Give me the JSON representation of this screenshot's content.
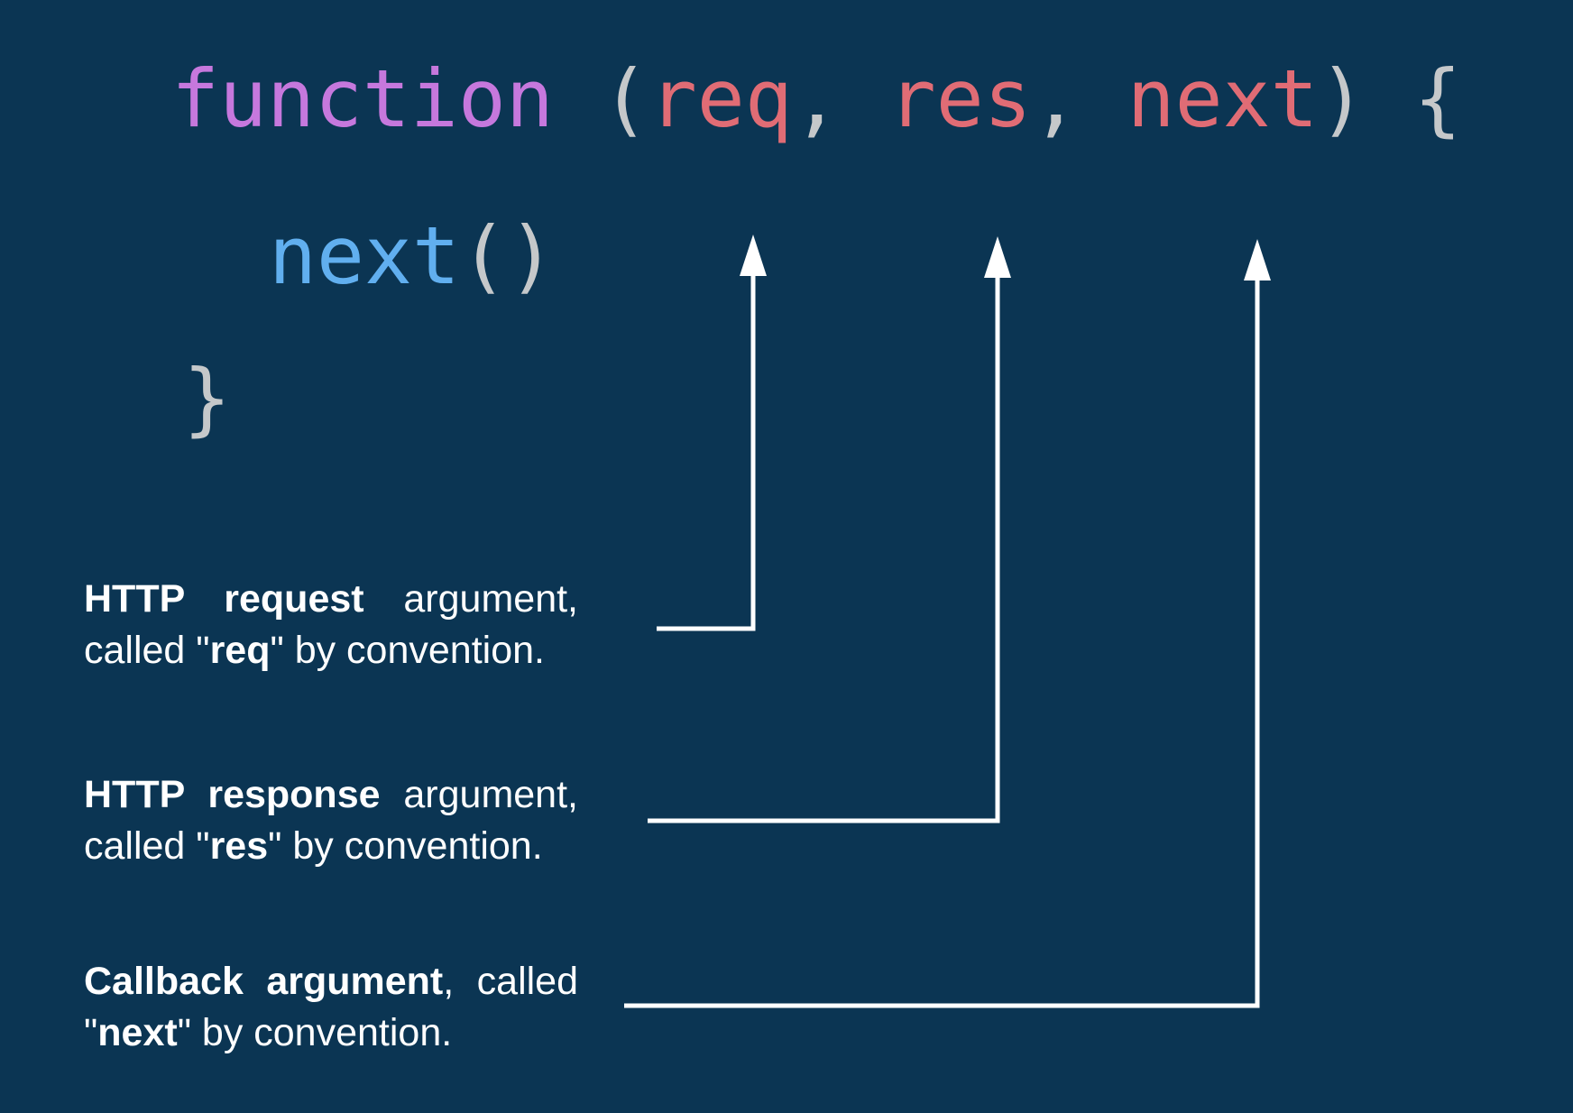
{
  "colors": {
    "background": "#0b3553",
    "keyword": "#c678dd",
    "parameter": "#e06c75",
    "function-call": "#61afef",
    "punctuation": "#c5c8ca",
    "annotation-text": "#ffffff",
    "arrow": "#ffffff"
  },
  "code": {
    "lines": [
      {
        "name": "middleware-signature",
        "tokens": [
          {
            "text": "function",
            "color": "keyword"
          },
          {
            "text": " (",
            "color": "punctuation"
          },
          {
            "text": "req",
            "color": "parameter"
          },
          {
            "text": ", ",
            "color": "punctuation"
          },
          {
            "text": "res",
            "color": "parameter"
          },
          {
            "text": ", ",
            "color": "punctuation"
          },
          {
            "text": "next",
            "color": "parameter"
          },
          {
            "text": ") {",
            "color": "punctuation"
          }
        ]
      },
      {
        "name": "next-call",
        "tokens": [
          {
            "text": "next",
            "color": "function-call"
          },
          {
            "text": "()",
            "color": "punctuation"
          }
        ]
      },
      {
        "name": "closing-brace",
        "tokens": [
          {
            "text": "}",
            "color": "punctuation"
          }
        ]
      }
    ]
  },
  "annotations": [
    {
      "id": "req",
      "lines": [
        {
          "segments": [
            {
              "text": "HTTP request",
              "bold": true
            },
            {
              "text": " argument,",
              "bold": false
            }
          ]
        },
        {
          "segments": [
            {
              "text": "called \"",
              "bold": false
            },
            {
              "text": "req",
              "bold": true
            },
            {
              "text": "\" by convention.",
              "bold": false
            }
          ]
        }
      ]
    },
    {
      "id": "res",
      "lines": [
        {
          "segments": [
            {
              "text": "HTTP response",
              "bold": true
            },
            {
              "text": " argument,",
              "bold": false
            }
          ]
        },
        {
          "segments": [
            {
              "text": "called \"",
              "bold": false
            },
            {
              "text": "res",
              "bold": true
            },
            {
              "text": "\" by convention.",
              "bold": false
            }
          ]
        }
      ]
    },
    {
      "id": "next",
      "lines": [
        {
          "segments": [
            {
              "text": "Callback argument",
              "bold": true
            },
            {
              "text": ", called",
              "bold": false
            }
          ]
        },
        {
          "segments": [
            {
              "text": "\"",
              "bold": false
            },
            {
              "text": "next",
              "bold": true
            },
            {
              "text": "\" by convention.",
              "bold": false
            }
          ]
        }
      ]
    }
  ],
  "arrows": [
    {
      "name": "arrow-to-req",
      "points_to": "req"
    },
    {
      "name": "arrow-to-res",
      "points_to": "res"
    },
    {
      "name": "arrow-to-next",
      "points_to": "next"
    }
  ]
}
